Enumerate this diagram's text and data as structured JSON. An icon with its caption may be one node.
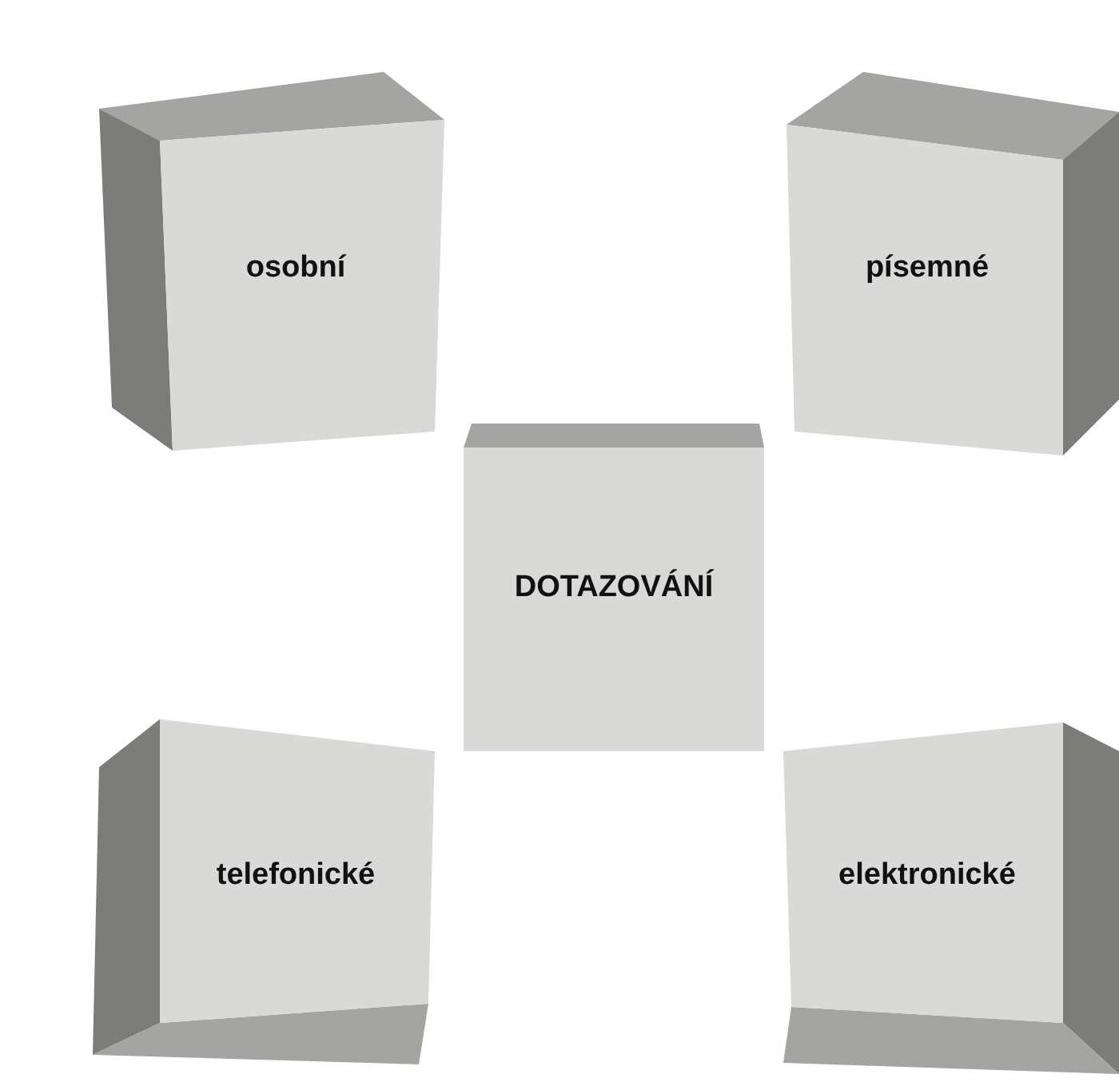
{
  "diagram": {
    "nodes": [
      {
        "text": [
          "osobní"
        ]
      },
      {
        "text": [
          "písemné"
        ]
      },
      {
        "text": [
          "DOTAZOVÁNÍ"
        ]
      },
      {
        "text": [
          "telefonické"
        ]
      },
      {
        "text": [
          "elektronické"
        ]
      }
    ]
  }
}
